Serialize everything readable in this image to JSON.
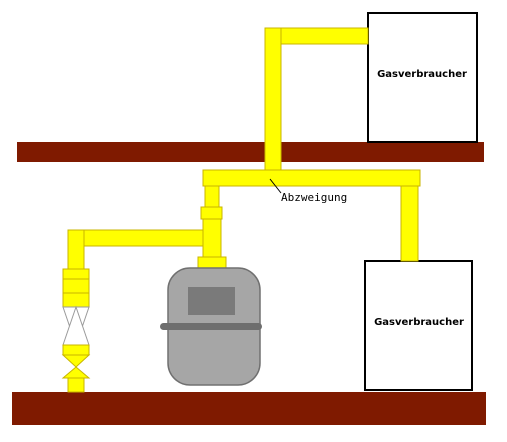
{
  "consumer_top_label": "Gasverbraucher",
  "consumer_bottom_label": "Gasverbraucher",
  "branch_label": "Abzweigung",
  "colors": {
    "pipe": "#ffff00",
    "pipe_outline": "#c8b400",
    "floor": "#7f1a00",
    "meter_body": "#a6a6a6",
    "meter_window": "#7a7a7a",
    "meter_band": "#6e6e6e",
    "box_border": "#000000"
  }
}
